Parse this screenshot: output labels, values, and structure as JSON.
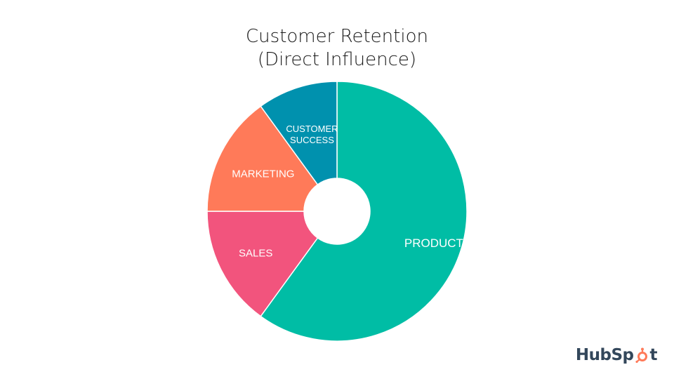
{
  "chart_data": {
    "type": "pie",
    "title": [
      "Customer Retention",
      "(Direct Influence)"
    ],
    "donut": true,
    "slices": [
      {
        "label": "PRODUCT",
        "value": 60,
        "color": "#00bda5"
      },
      {
        "label": "SALES",
        "value": 15,
        "color": "#f2547d"
      },
      {
        "label": "MARKETING",
        "value": 15,
        "color": "#ff7a59"
      },
      {
        "label": "CUSTOMER SUCCESS",
        "value": 10,
        "color": "#0091ae"
      }
    ]
  },
  "brand": {
    "logo_text_before": "HubSp",
    "logo_text_after": "t",
    "logo_color": "#33475b",
    "logo_accent": "#ff7a59"
  }
}
